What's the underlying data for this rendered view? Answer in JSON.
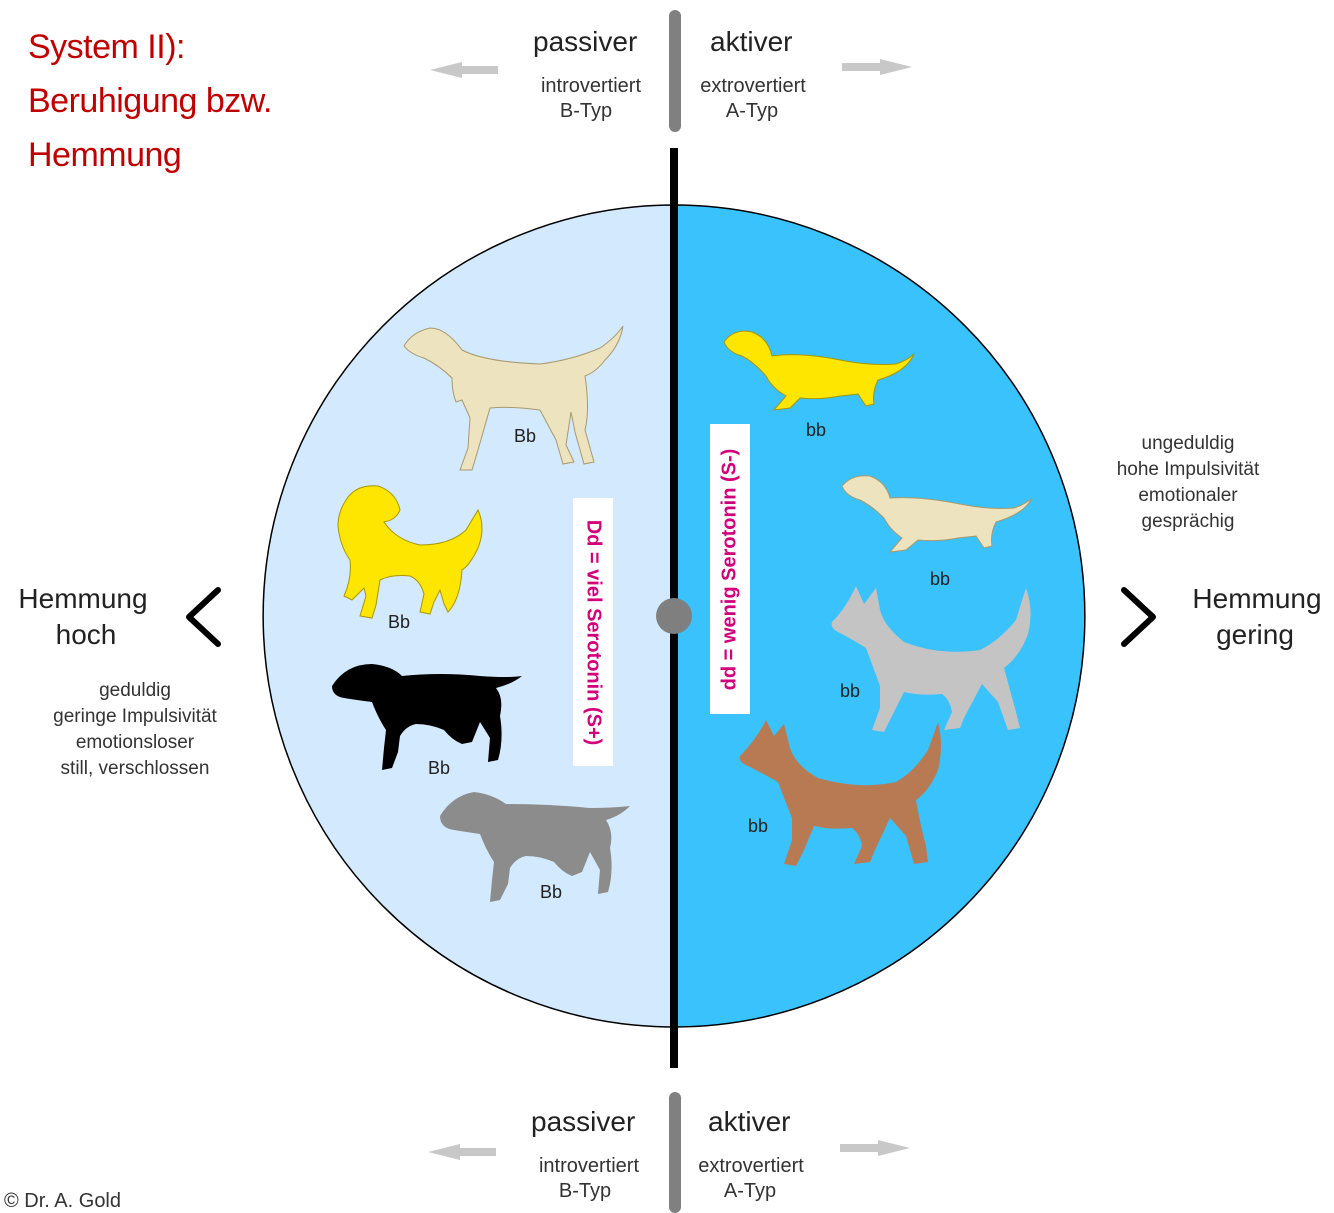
{
  "title": {
    "line1": "System II):",
    "line2": "Beruhigung bzw.",
    "line3": "Hemmung"
  },
  "top": {
    "left_big": "passiver",
    "left_small1": "introvertiert",
    "left_small2": "B-Typ",
    "right_big": "aktiver",
    "right_small1": "extrovertiert",
    "right_small2": "A-Typ"
  },
  "bottom": {
    "left_big": "passiver",
    "left_small1": "introvertiert",
    "left_small2": "B-Typ",
    "right_big": "aktiver",
    "right_small1": "extrovertiert",
    "right_small2": "A-Typ"
  },
  "left_side": {
    "big1": "Hemmung",
    "big2": "hoch",
    "traits": [
      "geduldig",
      "geringe Impulsivität",
      "emotionsloser",
      "still, verschlossen"
    ]
  },
  "right_side": {
    "big1": "Hemmung",
    "big2": "gering",
    "traits": [
      "ungeduldig",
      "hohe Impulsivität",
      "emotionaler",
      "gesprächig"
    ]
  },
  "serotonin": {
    "left": "Dd = viel Serotonin (S+)",
    "right": "dd = wenig Serotonin (S-)"
  },
  "dogs": {
    "left": [
      {
        "label": "Bb",
        "color": "#ede3bf"
      },
      {
        "label": "Bb",
        "color": "#ffe600"
      },
      {
        "label": "Bb",
        "color": "#000000"
      },
      {
        "label": "Bb",
        "color": "#8c8c8c"
      }
    ],
    "right": [
      {
        "label": "bb",
        "color": "#ffe600"
      },
      {
        "label": "bb",
        "color": "#ede3bf"
      },
      {
        "label": "bb",
        "color": "#c4c4c4"
      },
      {
        "label": "bb",
        "color": "#b87a52"
      }
    ]
  },
  "colors": {
    "title": "#c00000",
    "left_half": "#d3e9fd",
    "right_half": "#39c2fc",
    "serotonin_text": "#d1007a"
  },
  "copyright": "© Dr. A. Gold"
}
